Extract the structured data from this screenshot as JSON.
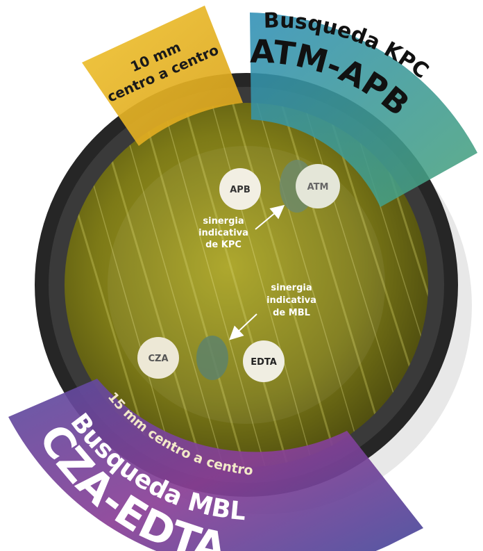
{
  "top_left_band": {
    "line1": "10 mm",
    "line2": "centro a centro",
    "color": "#e8b31e"
  },
  "top_right_band": {
    "line1": "Busqueda KPC",
    "line2": "ATM-APB",
    "color": "#3f9a8a"
  },
  "bottom_band": {
    "arc_label": "15 mm centro a centro",
    "line1": "Busqueda MBL",
    "line2": "CZA-EDTA",
    "color": "#7a4a9c"
  },
  "disks": {
    "apb": "APB",
    "atm": "ATM",
    "cza": "CZA",
    "edta": "EDTA"
  },
  "annotations": {
    "kpc": [
      "sinergia",
      "indicativa",
      "de KPC"
    ],
    "mbl": [
      "sinergia",
      "indicativa",
      "de MBL"
    ]
  },
  "colors": {
    "plate_rim": "#2a2a2a",
    "agar": "#8a8a1a",
    "disk": "#f0ede0"
  }
}
